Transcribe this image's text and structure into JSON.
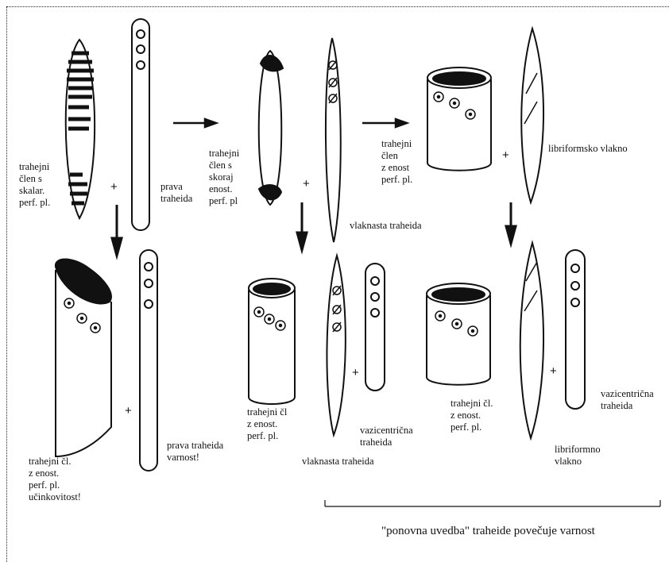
{
  "labels": {
    "vessel_scalariform": [
      "trahejni",
      "člen s",
      "skalar.",
      "perf. pl."
    ],
    "true_tracheid_top": [
      "prava",
      "traheida"
    ],
    "vessel_almost_simple": [
      "trahejni",
      "člen s",
      "skoraj",
      "enost.",
      "perf. pl"
    ],
    "fibre_tracheid_top": [
      "vlaknasta traheida"
    ],
    "vessel_simple_top": [
      "trahejni",
      "člen",
      "z enost",
      "perf. pl."
    ],
    "libriform_fibre_top": [
      "libriformsko vlakno"
    ],
    "vessel_efficiency": [
      "trahejni čl.",
      "z enost.",
      "perf. pl.",
      "učinkovitost!"
    ],
    "true_tracheid_safety": [
      "prava traheida",
      "varnost!"
    ],
    "vessel_mid": [
      "trahejni čl",
      "z enost.",
      "perf. pl."
    ],
    "fibre_tracheid_bottom": [
      "vlaknasta traheida"
    ],
    "vasicentric_mid": [
      "vazicentrična",
      "traheida"
    ],
    "vessel_right": [
      "trahejni čl.",
      "z enost.",
      "perf. pl."
    ],
    "libriform_bottom": [
      "libriformno",
      "vlakno"
    ],
    "vasicentric_right": [
      "vazicentrična",
      "traheida"
    ]
  },
  "plus_sign": "+",
  "caption": "\"ponovna uvedba\" traheide povečuje varnost"
}
